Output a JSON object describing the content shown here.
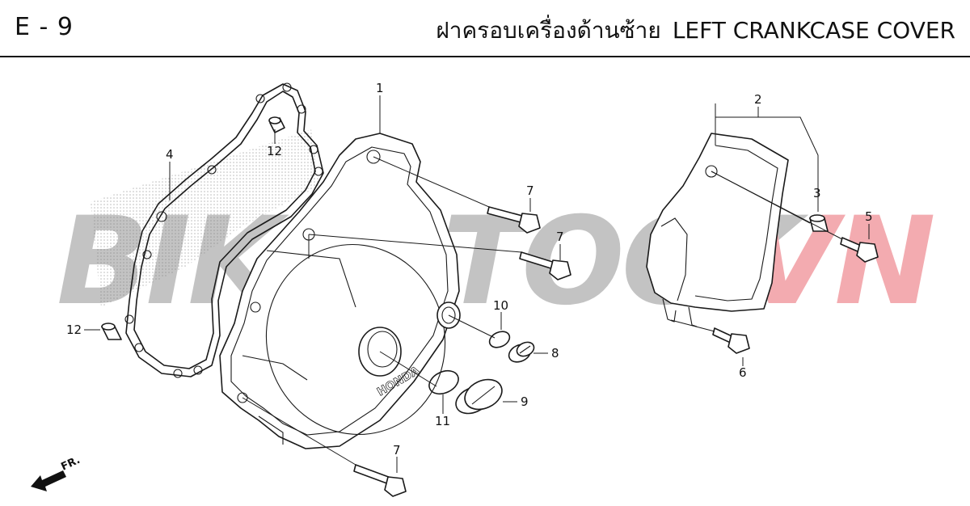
{
  "header": {
    "section_code": "E - 9",
    "title_thai": "ฝาครอบเครื่องด้านซ้าย",
    "title_en": "LEFT CRANKCASE COVER"
  },
  "watermark": {
    "text_a": "BIKESTOCK",
    "text_b": "VN",
    "color_a": "#bdbdbd",
    "color_b": "#f2a3a8"
  },
  "brand_on_cover": "HONDA",
  "direction_label": "FR.",
  "callouts": {
    "c1": "1",
    "c2": "2",
    "c3": "3",
    "c4": "4",
    "c5": "5",
    "c6": "6",
    "c7a": "7",
    "c7b": "7",
    "c7c": "7",
    "c8": "8",
    "c9": "9",
    "c10": "10",
    "c11": "11",
    "c12a": "12",
    "c12b": "12"
  },
  "parts": [
    {
      "ref": "1",
      "name": "left-crankcase-cover"
    },
    {
      "ref": "2",
      "name": "sprocket-cover"
    },
    {
      "ref": "3",
      "name": "collar"
    },
    {
      "ref": "4",
      "name": "cover-gasket"
    },
    {
      "ref": "5",
      "name": "flange-bolt"
    },
    {
      "ref": "6",
      "name": "flange-bolt"
    },
    {
      "ref": "7",
      "name": "flange-bolt"
    },
    {
      "ref": "8",
      "name": "timing-hole-cap"
    },
    {
      "ref": "9",
      "name": "crankshaft-hole-cap"
    },
    {
      "ref": "10",
      "name": "o-ring"
    },
    {
      "ref": "11",
      "name": "o-ring"
    },
    {
      "ref": "12",
      "name": "dowel-pin"
    }
  ]
}
